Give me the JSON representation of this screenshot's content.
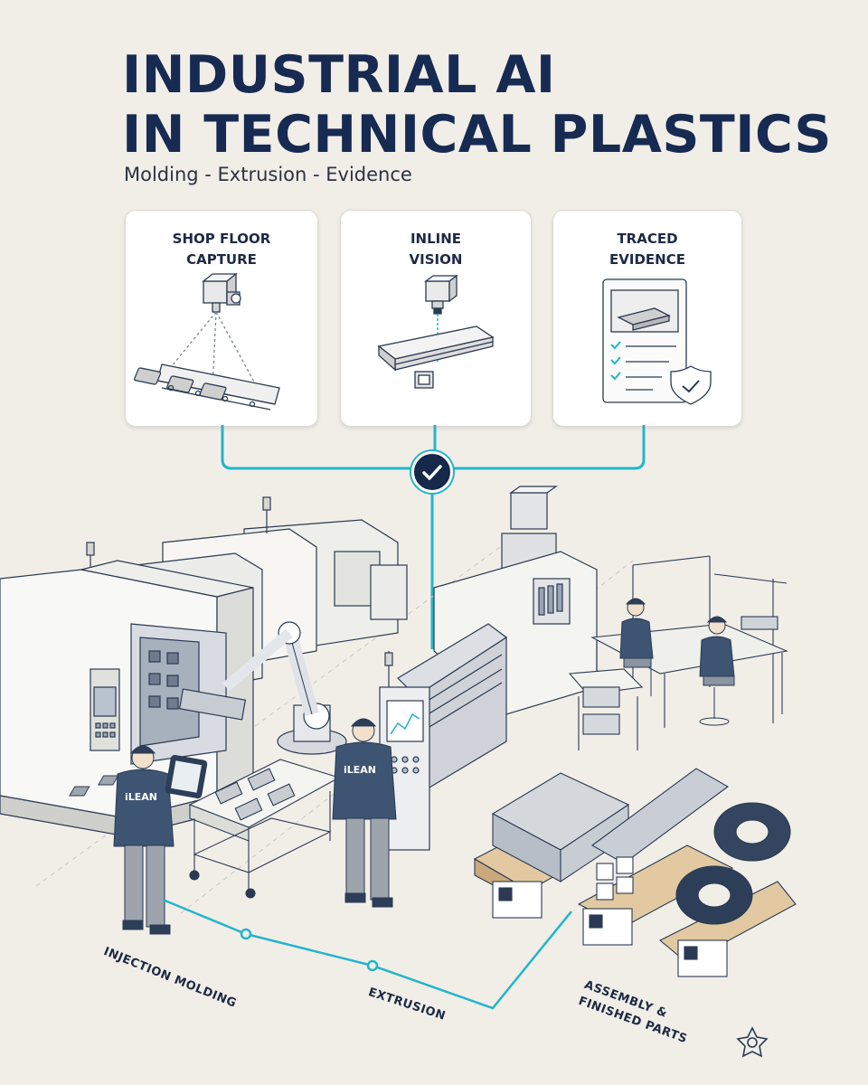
{
  "header": {
    "title_line1": "INDUSTRIAL AI",
    "title_line2": "IN TECHNICAL PLASTICS",
    "subtitle": "Molding - Extrusion - Evidence"
  },
  "cards": [
    {
      "line1": "SHOP FLOOR",
      "line2": "CAPTURE",
      "icon": "camera-conveyor-icon"
    },
    {
      "line1": "INLINE",
      "line2": "VISION",
      "icon": "vision-profile-icon"
    },
    {
      "line1": "TRACED",
      "line2": "EVIDENCE",
      "icon": "evidence-document-icon"
    }
  ],
  "workers": {
    "badge_text": "iLEAN"
  },
  "areas": {
    "injection": "INJECTION MOLDING",
    "extrusion": "EXTRUSION",
    "assembly_line1": "ASSEMBLY &",
    "assembly_line2": "FINISHED PARTS"
  },
  "colors": {
    "navy": "#172a52",
    "accent_teal": "#23b5c9",
    "background": "#f1eee8",
    "uniform": "#3e5473"
  }
}
